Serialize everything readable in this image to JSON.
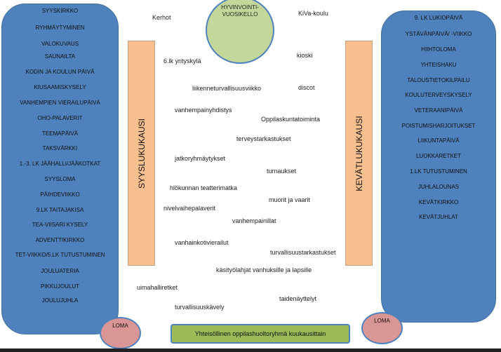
{
  "autumn_list": [
    "SYYSKIRKKO",
    "RYHMÄYTYMINEN",
    "VALOKUVAUS",
    "SAUNAILTA",
    "KODIN JA KOULUN PÄIVÄ",
    "KIUSAAMISKYSELY",
    "VANHEMPIEN VIERAILUPÄIVÄ",
    "OHO-PALAVERIT",
    "TEEMAPÄIVÄ",
    "TAKSVÄRKKI",
    "1.-3. LK JÄÄHALLI/JÄÄKOTKAT",
    "SYYSLOMA",
    "PÄIHDEVIIKKO",
    "9.LK TAITAJAKISA",
    "TEA-VIISARI KYSELY",
    "ADVENTTIKIRKKO",
    "TET-VIIKKO/5.LK TUTUSTUMINEN",
    "JOULUATERIA",
    "PIKKUJOULUT",
    "JOULUJUHLA"
  ],
  "spring_list": [
    "9. LK LUKIOPÄIVÄ",
    "YSTÄVÄNPÄIVÄ/ -VIIKKO",
    "HIIHTOLOMA",
    "YHTEISHAKU",
    "TALOUSTIETOKILPAILU",
    "KOULUTERVEYSKYSELY",
    "VETERAANIPÄIVÄ",
    "POISTUMISHARJOITUKSET",
    "LIIKUNTAPÄIVÄ",
    "LUOKKARETKET",
    "1.LK TUTUSTUMINEN",
    "JUHLALOUNAS",
    "KEVÄTKIRKKO",
    "KEVÄTJUHLAT"
  ],
  "autumn_label": "SYYSLUKUKAUSI",
  "spring_label": "KEVÄTLUKUKAUSI",
  "center_title": [
    "HYVINVOINTI-",
    "VUOSIKELLO"
  ],
  "middle_items": [
    "Kerhot",
    "KiVa-koulu",
    "6.lk yrityskylä",
    "kioski",
    "liikenneturvallisuusviikko",
    "discot",
    "vanhempainyhdistys",
    "Oppilaskuntatoiminta",
    "terveystarkastukset",
    "jatkoryhmäytykset",
    "turnaukset",
    "hlökunnan teatterimatka",
    "muorit ja vaarit",
    "nivelvaihepalaverit",
    "vanhempainillat",
    "vanhainkotivierailut",
    "turvallisuustarkastukset",
    "käsityölahjat vanhuksille ja lapsille",
    "uimahalliretket",
    "taidenäyttelyt",
    "turvallisuuskävely"
  ],
  "holiday_left": "LOMA",
  "holiday_right": "LOMA",
  "monthly_group": "Yhteisöllinen oppilashuoltoryhmä kuukausittain",
  "colors": {
    "blue": "#4f81bd",
    "orange": "#f9bf8f",
    "green_circle": "#c4d79b",
    "green_bar": "#9bbb59",
    "loma": "#da9694"
  }
}
